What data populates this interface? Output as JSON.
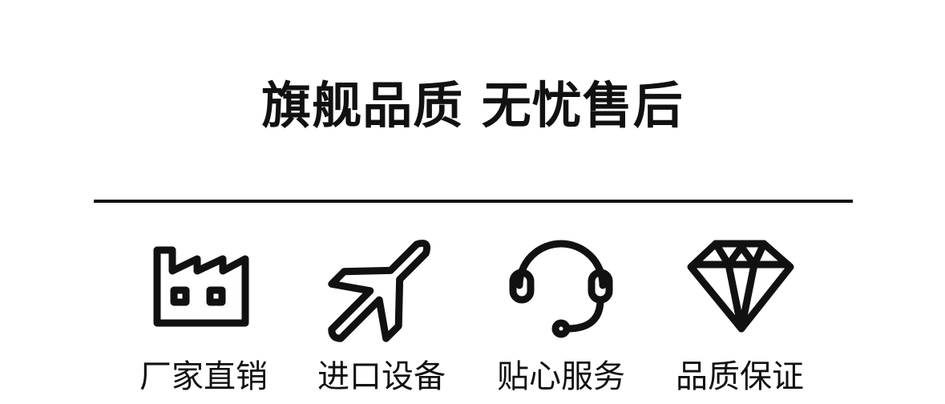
{
  "headline": "旗舰品质 无忧售后",
  "features": [
    {
      "icon": "factory-icon",
      "label": "厂家直销"
    },
    {
      "icon": "airplane-icon",
      "label": "进口设备"
    },
    {
      "icon": "headset-icon",
      "label": "贴心服务"
    },
    {
      "icon": "diamond-icon",
      "label": "品质保证"
    }
  ],
  "colors": {
    "background": "#ffffff",
    "foreground": "#111111"
  }
}
